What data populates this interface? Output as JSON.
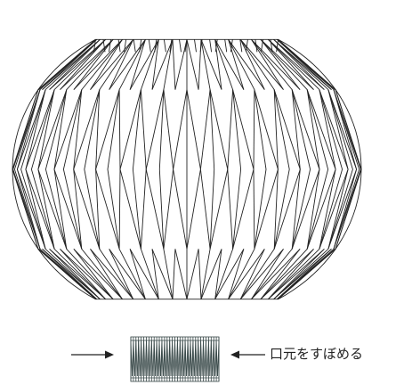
{
  "diagram": {
    "annotation": "口元をすぼめる",
    "shape": "folded-paper-lantern",
    "pleat_count": 40,
    "colors": {
      "line": "#222222",
      "neck_line": "#3a4a4a",
      "background": "#ffffff"
    }
  }
}
